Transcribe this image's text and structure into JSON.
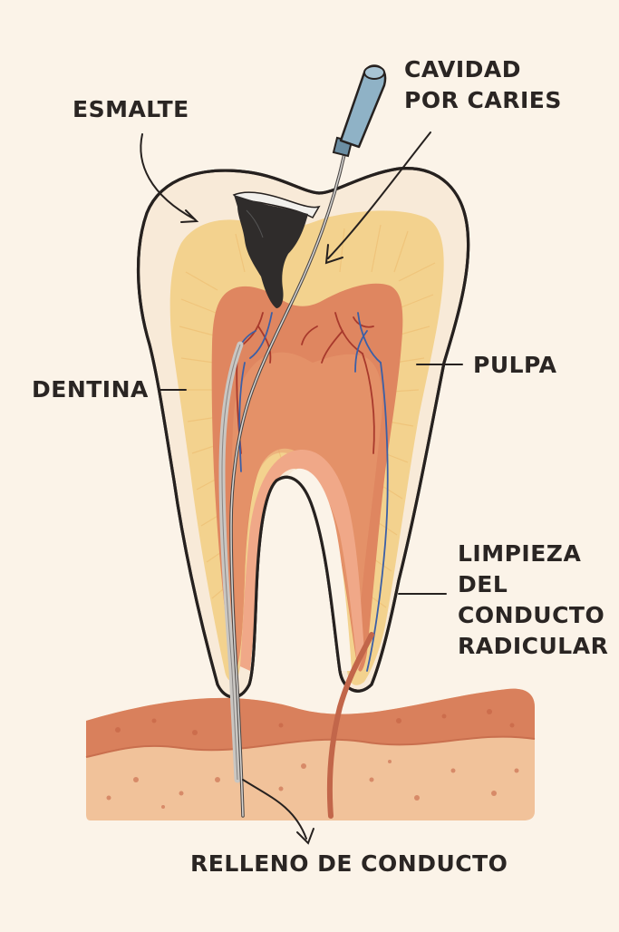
{
  "diagram": {
    "labels": {
      "esmalte": "ESMALTE",
      "cavidad": [
        "CAVIDAD",
        "POR CARIES"
      ],
      "dentina": "DENTINA",
      "pulpa": "PULPA",
      "limpieza": [
        "LIMPIEZA",
        "DEL",
        "CONDUCTO",
        "RADICULAR"
      ],
      "relleno": "RELLENO DE CONDUCTO"
    },
    "colors": {
      "background": "#fbf3e8",
      "enamel": "#f8ead8",
      "dentin": "#f3d28e",
      "pulp": "#df8660",
      "gum_upper": "#d9805c",
      "gum_lower": "#f1c29a",
      "caries": "#2f2c2b",
      "instrument_handle": "#8fb2c6",
      "nerve_red": "#a8392c",
      "nerve_blue": "#3b5fa6"
    }
  }
}
